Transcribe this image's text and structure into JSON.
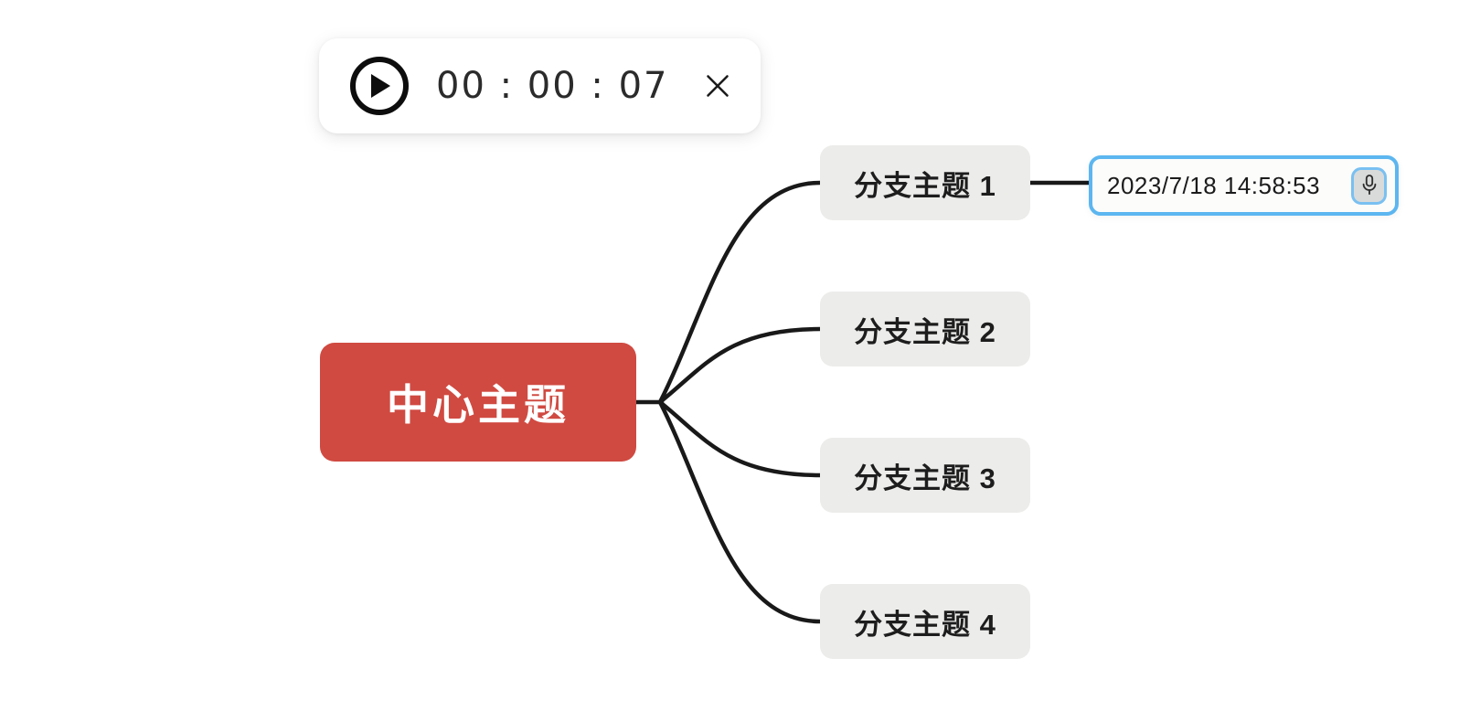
{
  "recorder": {
    "play_icon": "play-icon",
    "time": "00 : 00 : 07",
    "close_icon": "close-icon"
  },
  "map": {
    "central": {
      "label": "中心主题"
    },
    "branches": [
      {
        "label": "分支主题 1"
      },
      {
        "label": "分支主题 2"
      },
      {
        "label": "分支主题 3"
      },
      {
        "label": "分支主题 4"
      }
    ],
    "audio_note": {
      "timestamp": "2023/7/18 14:58:53",
      "icon": "microphone-icon"
    }
  },
  "colors": {
    "central_topic_bg": "#d04a41",
    "central_topic_text": "#ffffff",
    "branch_bg": "#ececea",
    "branch_text": "#1d1d1d",
    "connector": "#191919",
    "selection_border": "#5cb6f0",
    "audio_chip_bg": "#d9dbda",
    "canvas_bg": "#ffffff"
  }
}
